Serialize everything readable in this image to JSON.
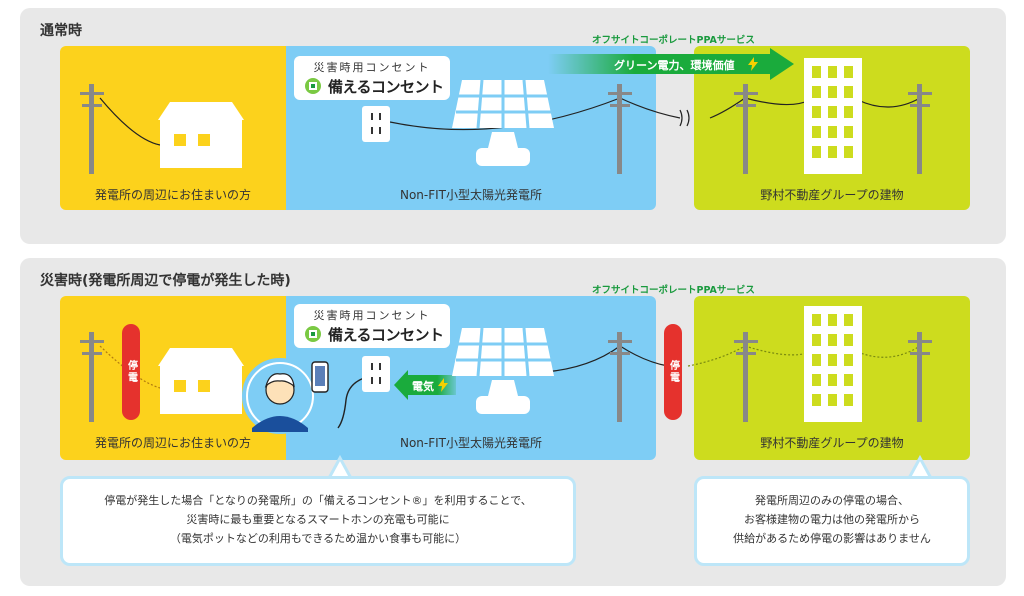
{
  "normal": {
    "title": "通常時",
    "ppa_label": "オフサイトコーポレートPPAサービス",
    "arrow_text": "グリーン電力、環境価値",
    "zone_home_label": "発電所の周辺にお住まいの方",
    "zone_plant_label": "Non-FIT小型太陽光発電所",
    "zone_building_label": "野村不動産グループの建物",
    "brand_top": "災害時用コンセント",
    "brand_main": "備えるコンセント"
  },
  "disaster": {
    "title": "災害時(発電所周辺で停電が発生した時)",
    "ppa_label": "オフサイトコーポレートPPAサービス",
    "arrow_text": "電気",
    "outage_left": "停電",
    "outage_right": "停電",
    "zone_home_label": "発電所の周辺にお住まいの方",
    "zone_plant_label": "Non-FIT小型太陽光発電所",
    "zone_building_label": "野村不動産グループの建物",
    "brand_top": "災害時用コンセント",
    "brand_main": "備えるコンセント",
    "callout_left": [
      "停電が発生した場合「となりの発電所」の「備えるコンセント®」を利用することで、",
      "災害時に最も重要となるスマートホンの充電も可能に",
      "（電気ポットなどの利用もできるため温かい食事も可能に）"
    ],
    "callout_right": [
      "発電所周辺のみの停電の場合、",
      "お客様建物の電力は他の発電所から",
      "供給があるため停電の影響はありません"
    ]
  },
  "colors": {
    "home_zone": "#fcd21c",
    "plant_zone": "#7ecdf5",
    "building_zone": "#cddc1e",
    "green_arrow": "#1aab3c",
    "outage": "#e5322d"
  },
  "icons": [
    "utility-pole-icon",
    "house-icon",
    "solar-panel-icon",
    "outlet-icon",
    "building-icon",
    "lightning-icon",
    "person-with-phone-icon",
    "brand-logo-icon"
  ]
}
